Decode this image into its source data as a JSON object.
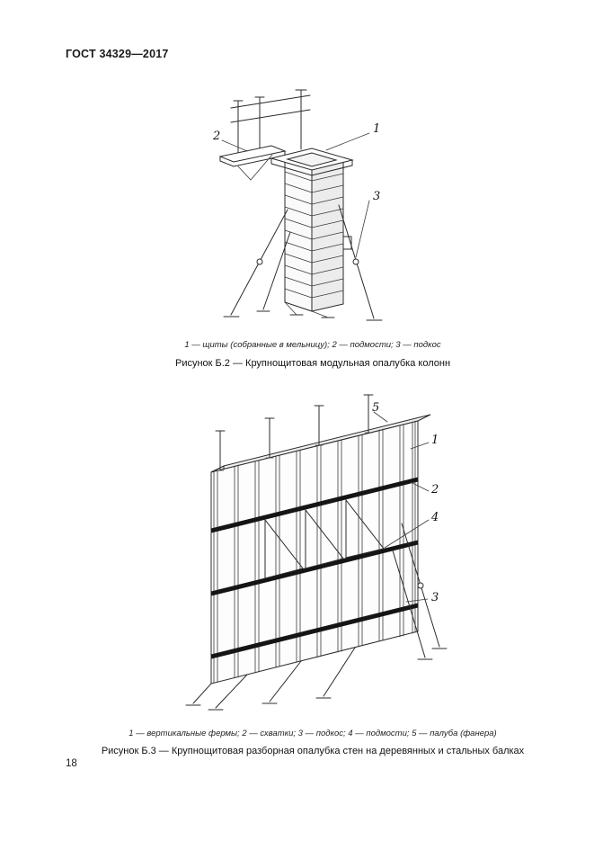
{
  "colors": {
    "ink": "#1a1a1a",
    "line": "#2b2b2b",
    "waler": "#151515",
    "paper": "#ffffff"
  },
  "page": {
    "header": "ГОСТ 34329—2017",
    "page_number": "18"
  },
  "figures": {
    "b2": {
      "callouts": {
        "n1": "1",
        "n2": "2",
        "n3": "3"
      },
      "legend": "1 — щиты (собранные в мельницу); 2 — подмости; 3 — подкос",
      "caption": "Рисунок Б.2 — Крупнощитовая модульная опалубка колонн"
    },
    "b3": {
      "callouts": {
        "n1": "1",
        "n2": "2",
        "n3": "3",
        "n4": "4",
        "n5": "5"
      },
      "legend": "1 — вертикальные фермы; 2 — схватки; 3 — подкос; 4 — подмости; 5 — палуба (фанера)",
      "caption": "Рисунок Б.3 — Крупнощитовая разборная опалубка стен на деревянных и стальных балках"
    }
  }
}
